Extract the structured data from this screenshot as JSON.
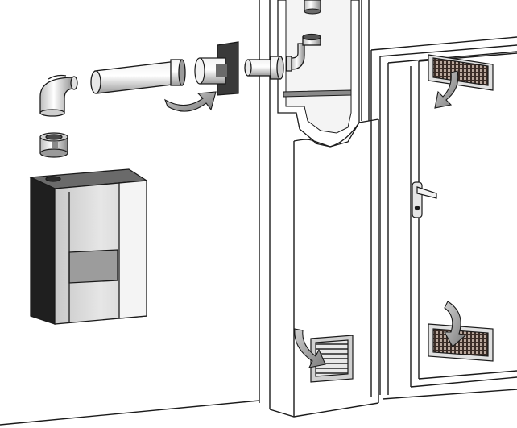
{
  "diagram": {
    "components": [
      {
        "id": "boiler",
        "icon": "wall-boiler-icon"
      },
      {
        "id": "flue-adapter",
        "icon": "pipe-adapter-icon"
      },
      {
        "id": "elbow-bend",
        "icon": "elbow-pipe-icon"
      },
      {
        "id": "horizontal-flue-pipe",
        "icon": "straight-pipe-icon"
      },
      {
        "id": "wall-plate",
        "icon": "wall-plate-icon"
      },
      {
        "id": "chimney-connector",
        "icon": "pipe-connector-icon"
      },
      {
        "id": "chimney-riser",
        "icon": "vertical-pipe-icon"
      },
      {
        "id": "chimney-vent-grille",
        "icon": "vent-grille-icon"
      },
      {
        "id": "door-vent-upper",
        "icon": "vent-grille-icon"
      },
      {
        "id": "door-vent-lower",
        "icon": "vent-grille-icon"
      },
      {
        "id": "door-handle",
        "icon": "door-handle-icon"
      }
    ],
    "colors": {
      "line": "#1a1a1a",
      "wall": "#ffffff",
      "boiler_dark": "#2b2b2b",
      "boiler_mid": "#9a9a9a",
      "boiler_light": "#d9d9d9",
      "pipe_light": "#e6e6e6",
      "pipe_dark": "#8a8a8a",
      "arrow": "#8c8c8c",
      "grille": "#5a4a42"
    }
  }
}
